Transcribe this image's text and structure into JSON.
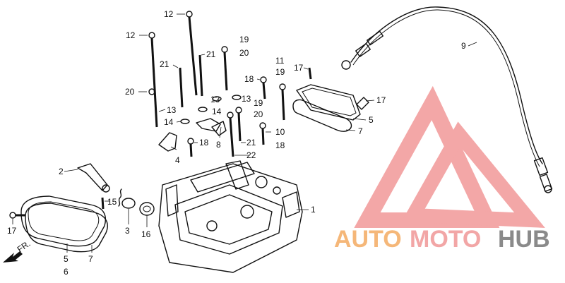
{
  "labels": {
    "l1": "1",
    "l2": "2",
    "l3": "3",
    "l4": "4",
    "l5a": "5",
    "l5b": "5",
    "l6": "6",
    "l7a": "7",
    "l7b": "7",
    "l8": "8",
    "l9": "9",
    "l10": "10",
    "l11": "11",
    "l12a": "12",
    "l12b": "12",
    "l13a": "13",
    "l13b": "13",
    "l13c": "13",
    "l14a": "14",
    "l14b": "14",
    "l15": "15",
    "l16": "16",
    "l17a": "17",
    "l17b": "17",
    "l17c": "17",
    "l18a": "18",
    "l18b": "18",
    "l18c": "18",
    "l19a": "19",
    "l19b": "19",
    "l19c": "19",
    "l20a": "20",
    "l20b": "20",
    "l20c": "20",
    "l21a": "21",
    "l21b": "21",
    "l21c": "21",
    "l22": "22",
    "fr": "FR."
  },
  "watermark": {
    "part1": "AUTO",
    "part2": "MOTO",
    "part3": "HUB",
    "color_auto": "#f5b779",
    "color_moto": "#f2a6a6",
    "color_hub": "#8a8a8a",
    "triangle_color": "#f08a8a"
  }
}
